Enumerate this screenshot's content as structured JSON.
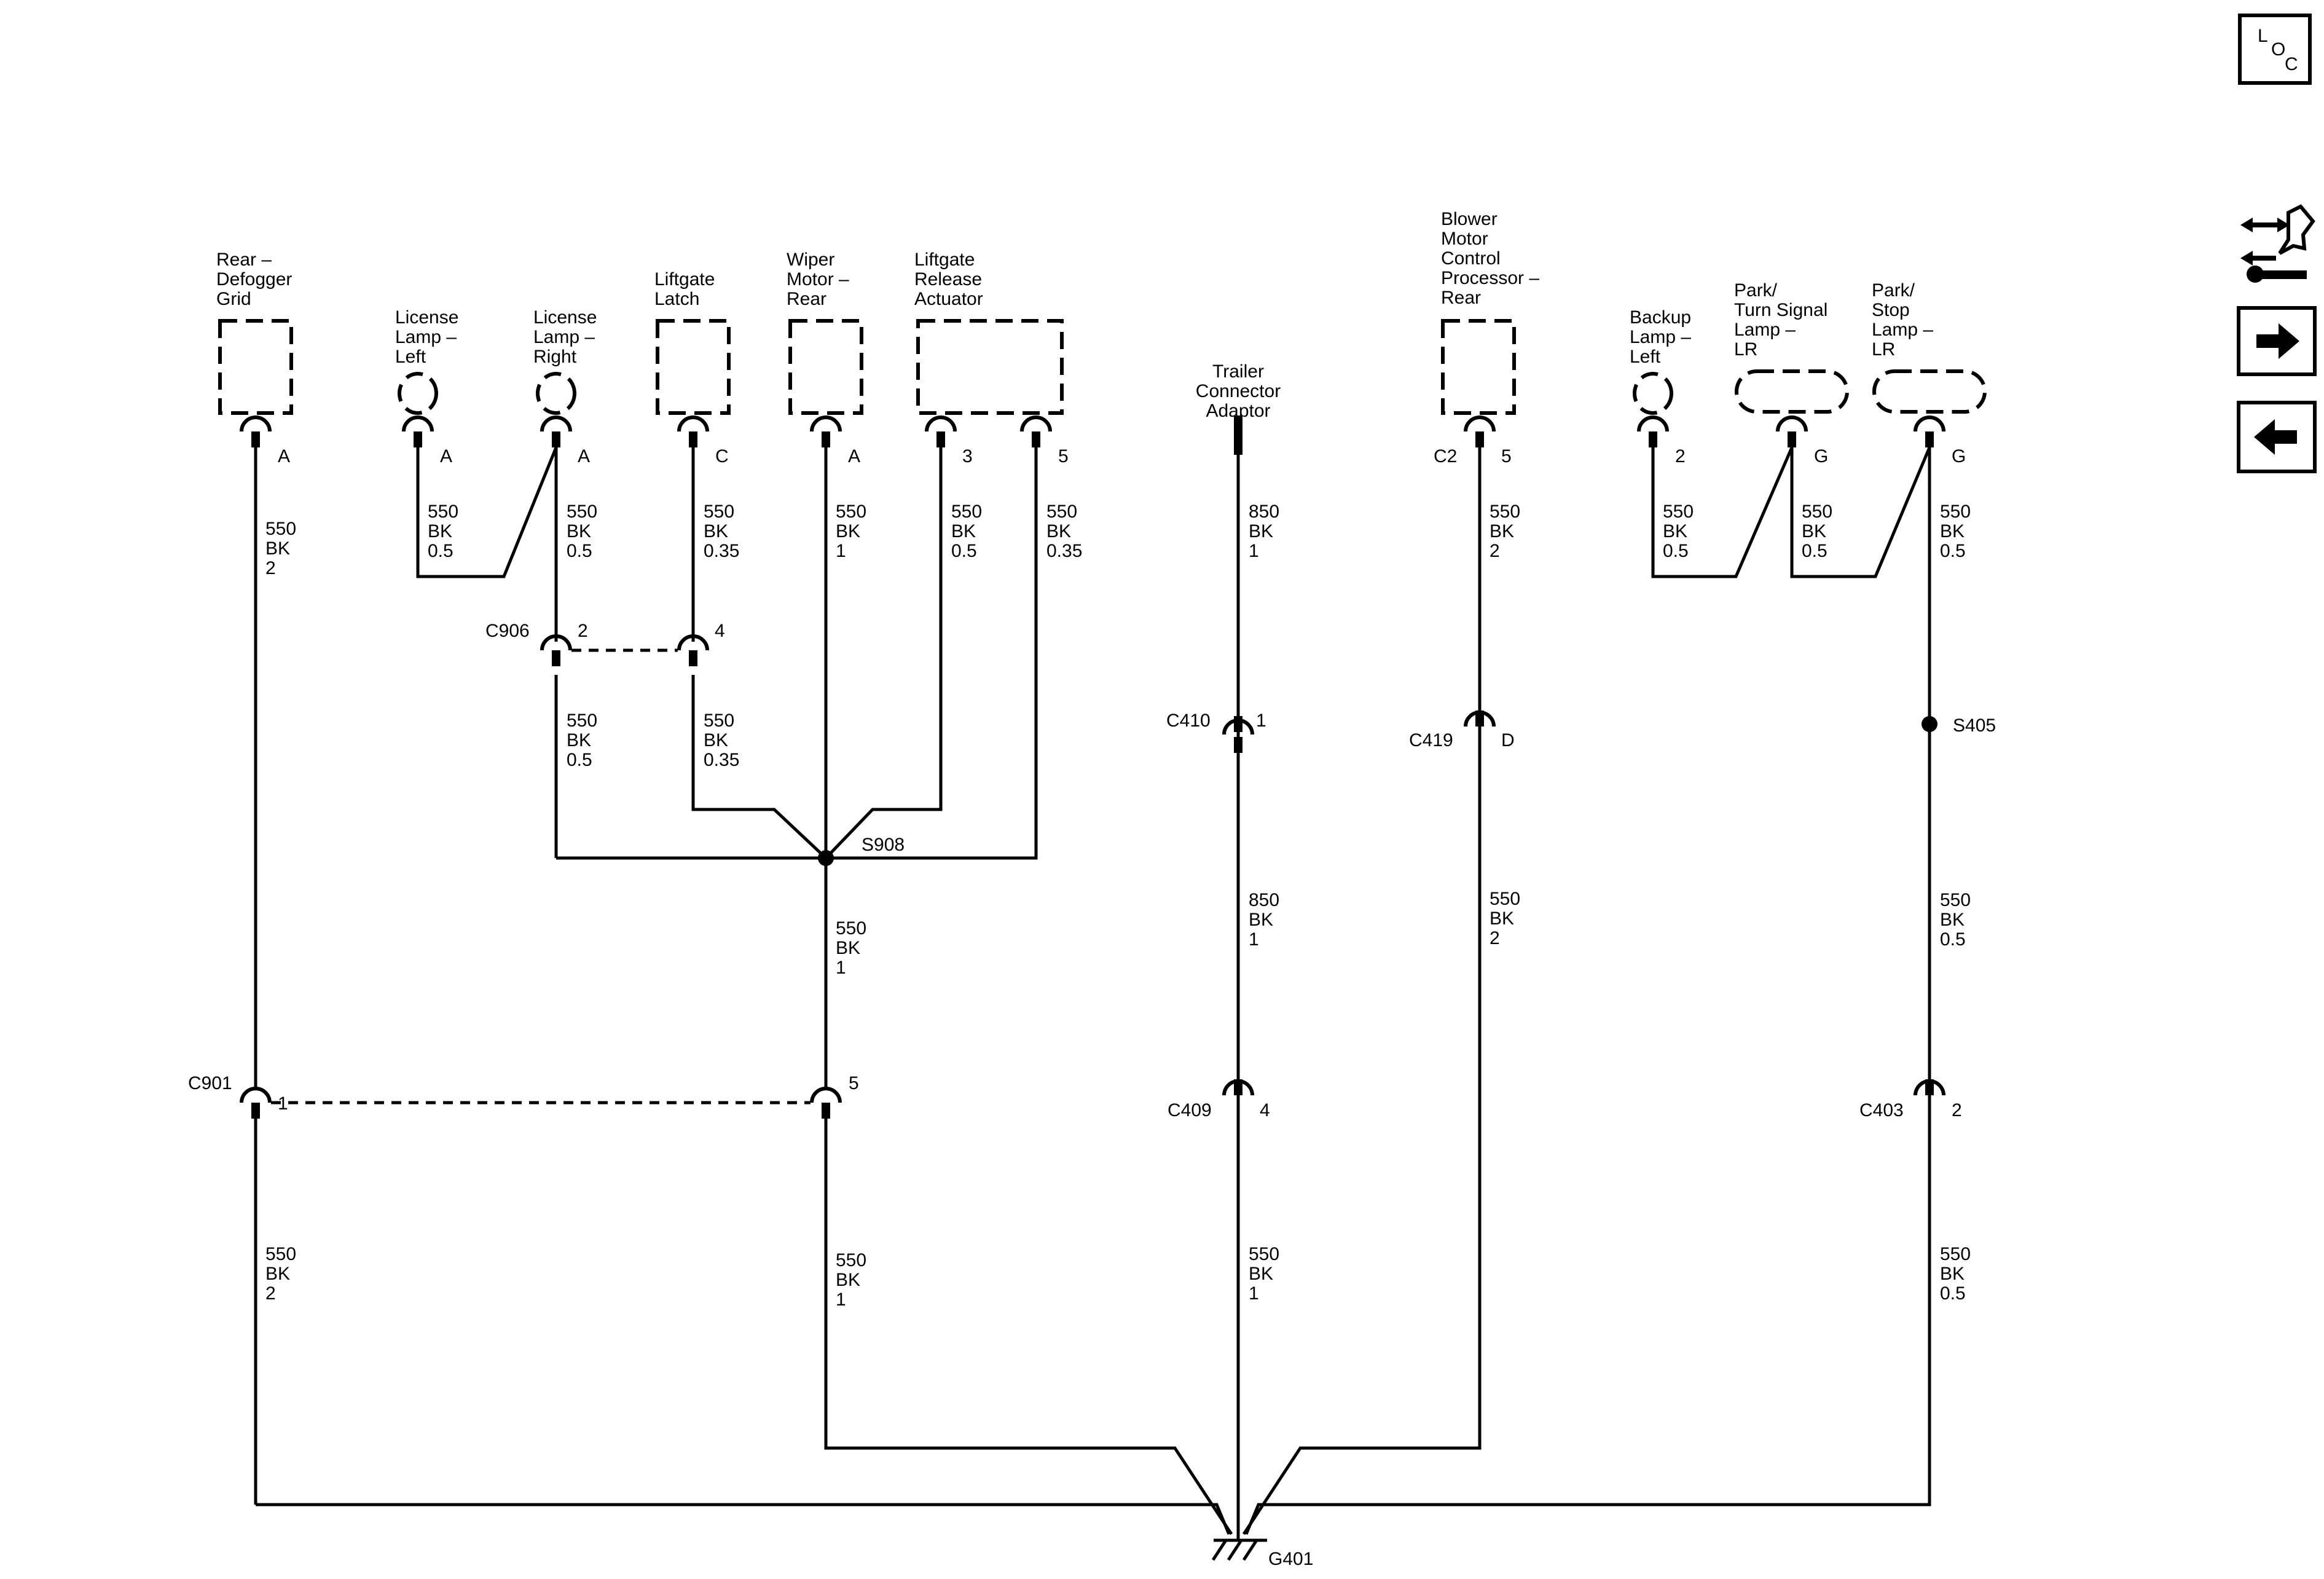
{
  "components": {
    "rear_defogger": "Rear –\nDefogger\nGrid",
    "license_left": "License\nLamp –\nLeft",
    "license_right": "License\nLamp –\nRight",
    "liftgate_latch": "Liftgate\nLatch",
    "wiper_motor": "Wiper\nMotor –\nRear",
    "liftgate_release": "Liftgate\nRelease\nActuator",
    "trailer_adaptor": "Trailer\nConnector\nAdaptor",
    "blower_motor": "Blower\nMotor\nControl\nProcessor –\nRear",
    "backup_left": "Backup\nLamp –\nLeft",
    "park_turn": "Park/\nTurn Signal\nLamp –\nLR",
    "park_stop": "Park/\nStop\nLamp –\nLR"
  },
  "pins": {
    "defogger": "A",
    "lic_left": "A",
    "lic_right": "A",
    "latch": "C",
    "wiper": "A",
    "release_3": "3",
    "release_5": "5",
    "blower_conn": "C2",
    "blower_pin": "5",
    "backup": "2",
    "park_turn": "G",
    "park_stop": "G"
  },
  "wires": {
    "w_defog_top": "550\nBK\n2",
    "w_lic_left": "550\nBK\n0.5",
    "w_lic_right": "550\nBK\n0.5",
    "w_latch": "550\nBK\n0.35",
    "w_wiper": "550\nBK\n1",
    "w_rel3": "550\nBK\n0.5",
    "w_rel5": "550\nBK\n0.35",
    "w_c906_left": "550\nBK\n0.5",
    "w_c906_right": "550\nBK\n0.35",
    "w_s908_down": "550\nBK\n1",
    "w_trailer_top": "850\nBK\n1",
    "w_trailer_mid": "850\nBK\n1",
    "w_blower_top": "550\nBK\n2",
    "w_blower_mid": "550\nBK\n2",
    "w_backup": "550\nBK\n0.5",
    "w_parkturn": "550\nBK\n0.5",
    "w_parkstop": "550\nBK\n0.5",
    "w_s405_down": "550\nBK\n0.5",
    "w_defog_bottom": "550\nBK\n2",
    "w_c901_5_bottom": "550\nBK\n1",
    "w_c409_bottom": "550\nBK\n1",
    "w_c403_bottom": "550\nBK\n0.5"
  },
  "connectors": {
    "c906": "C906",
    "c906_p2": "2",
    "c906_p4": "4",
    "c410": "C410",
    "c410_p": "1",
    "c419": "C419",
    "c419_p": "D",
    "c901": "C901",
    "c901_p1": "1",
    "c901_p5": "5",
    "c409": "C409",
    "c409_p": "4",
    "c403": "C403",
    "c403_p": "2"
  },
  "splices": {
    "s908": "S908",
    "s405": "S405"
  },
  "ground": {
    "g401": "G401"
  },
  "loc_box": {
    "l": "L",
    "o": "O",
    "c": "C"
  },
  "icons": {
    "loc": "loc-icon",
    "system": "system-wrench-icon",
    "next": "arrow-right-icon",
    "prev": "arrow-left-icon"
  }
}
